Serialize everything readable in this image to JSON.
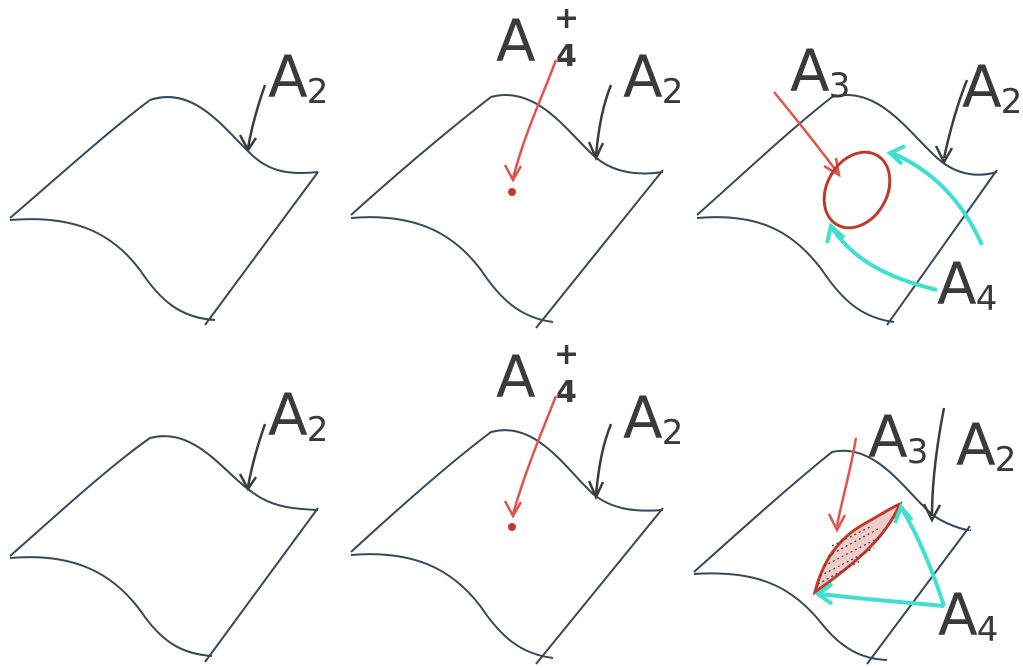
{
  "colors": {
    "surface": "#34495e",
    "a2_arrow": "#3d3d3d",
    "a3": "#e0544e",
    "a3_fill": "#c0392b",
    "a4": "#40e0d0",
    "a4_plus": "#c0392b"
  },
  "panels": [
    {
      "id": "top-1",
      "labels": {
        "a2": {
          "letter": "A",
          "index": "2"
        }
      }
    },
    {
      "id": "top-2",
      "labels": {
        "a2": {
          "letter": "A",
          "index": "2"
        },
        "a4plus": {
          "letter": "A",
          "sup": "+",
          "index": "4"
        }
      }
    },
    {
      "id": "top-3",
      "labels": {
        "a2": {
          "letter": "A",
          "index": "2"
        },
        "a3": {
          "letter": "A",
          "index": "3"
        },
        "a4": {
          "letter": "A",
          "index": "4"
        }
      }
    },
    {
      "id": "bottom-1",
      "labels": {
        "a2": {
          "letter": "A",
          "index": "2"
        }
      }
    },
    {
      "id": "bottom-2",
      "labels": {
        "a2": {
          "letter": "A",
          "index": "2"
        },
        "a4plus": {
          "letter": "A",
          "sup": "+",
          "index": "4"
        }
      }
    },
    {
      "id": "bottom-3",
      "labels": {
        "a2": {
          "letter": "A",
          "index": "2"
        },
        "a3": {
          "letter": "A",
          "index": "3"
        },
        "a4": {
          "letter": "A",
          "index": "4"
        }
      }
    }
  ]
}
